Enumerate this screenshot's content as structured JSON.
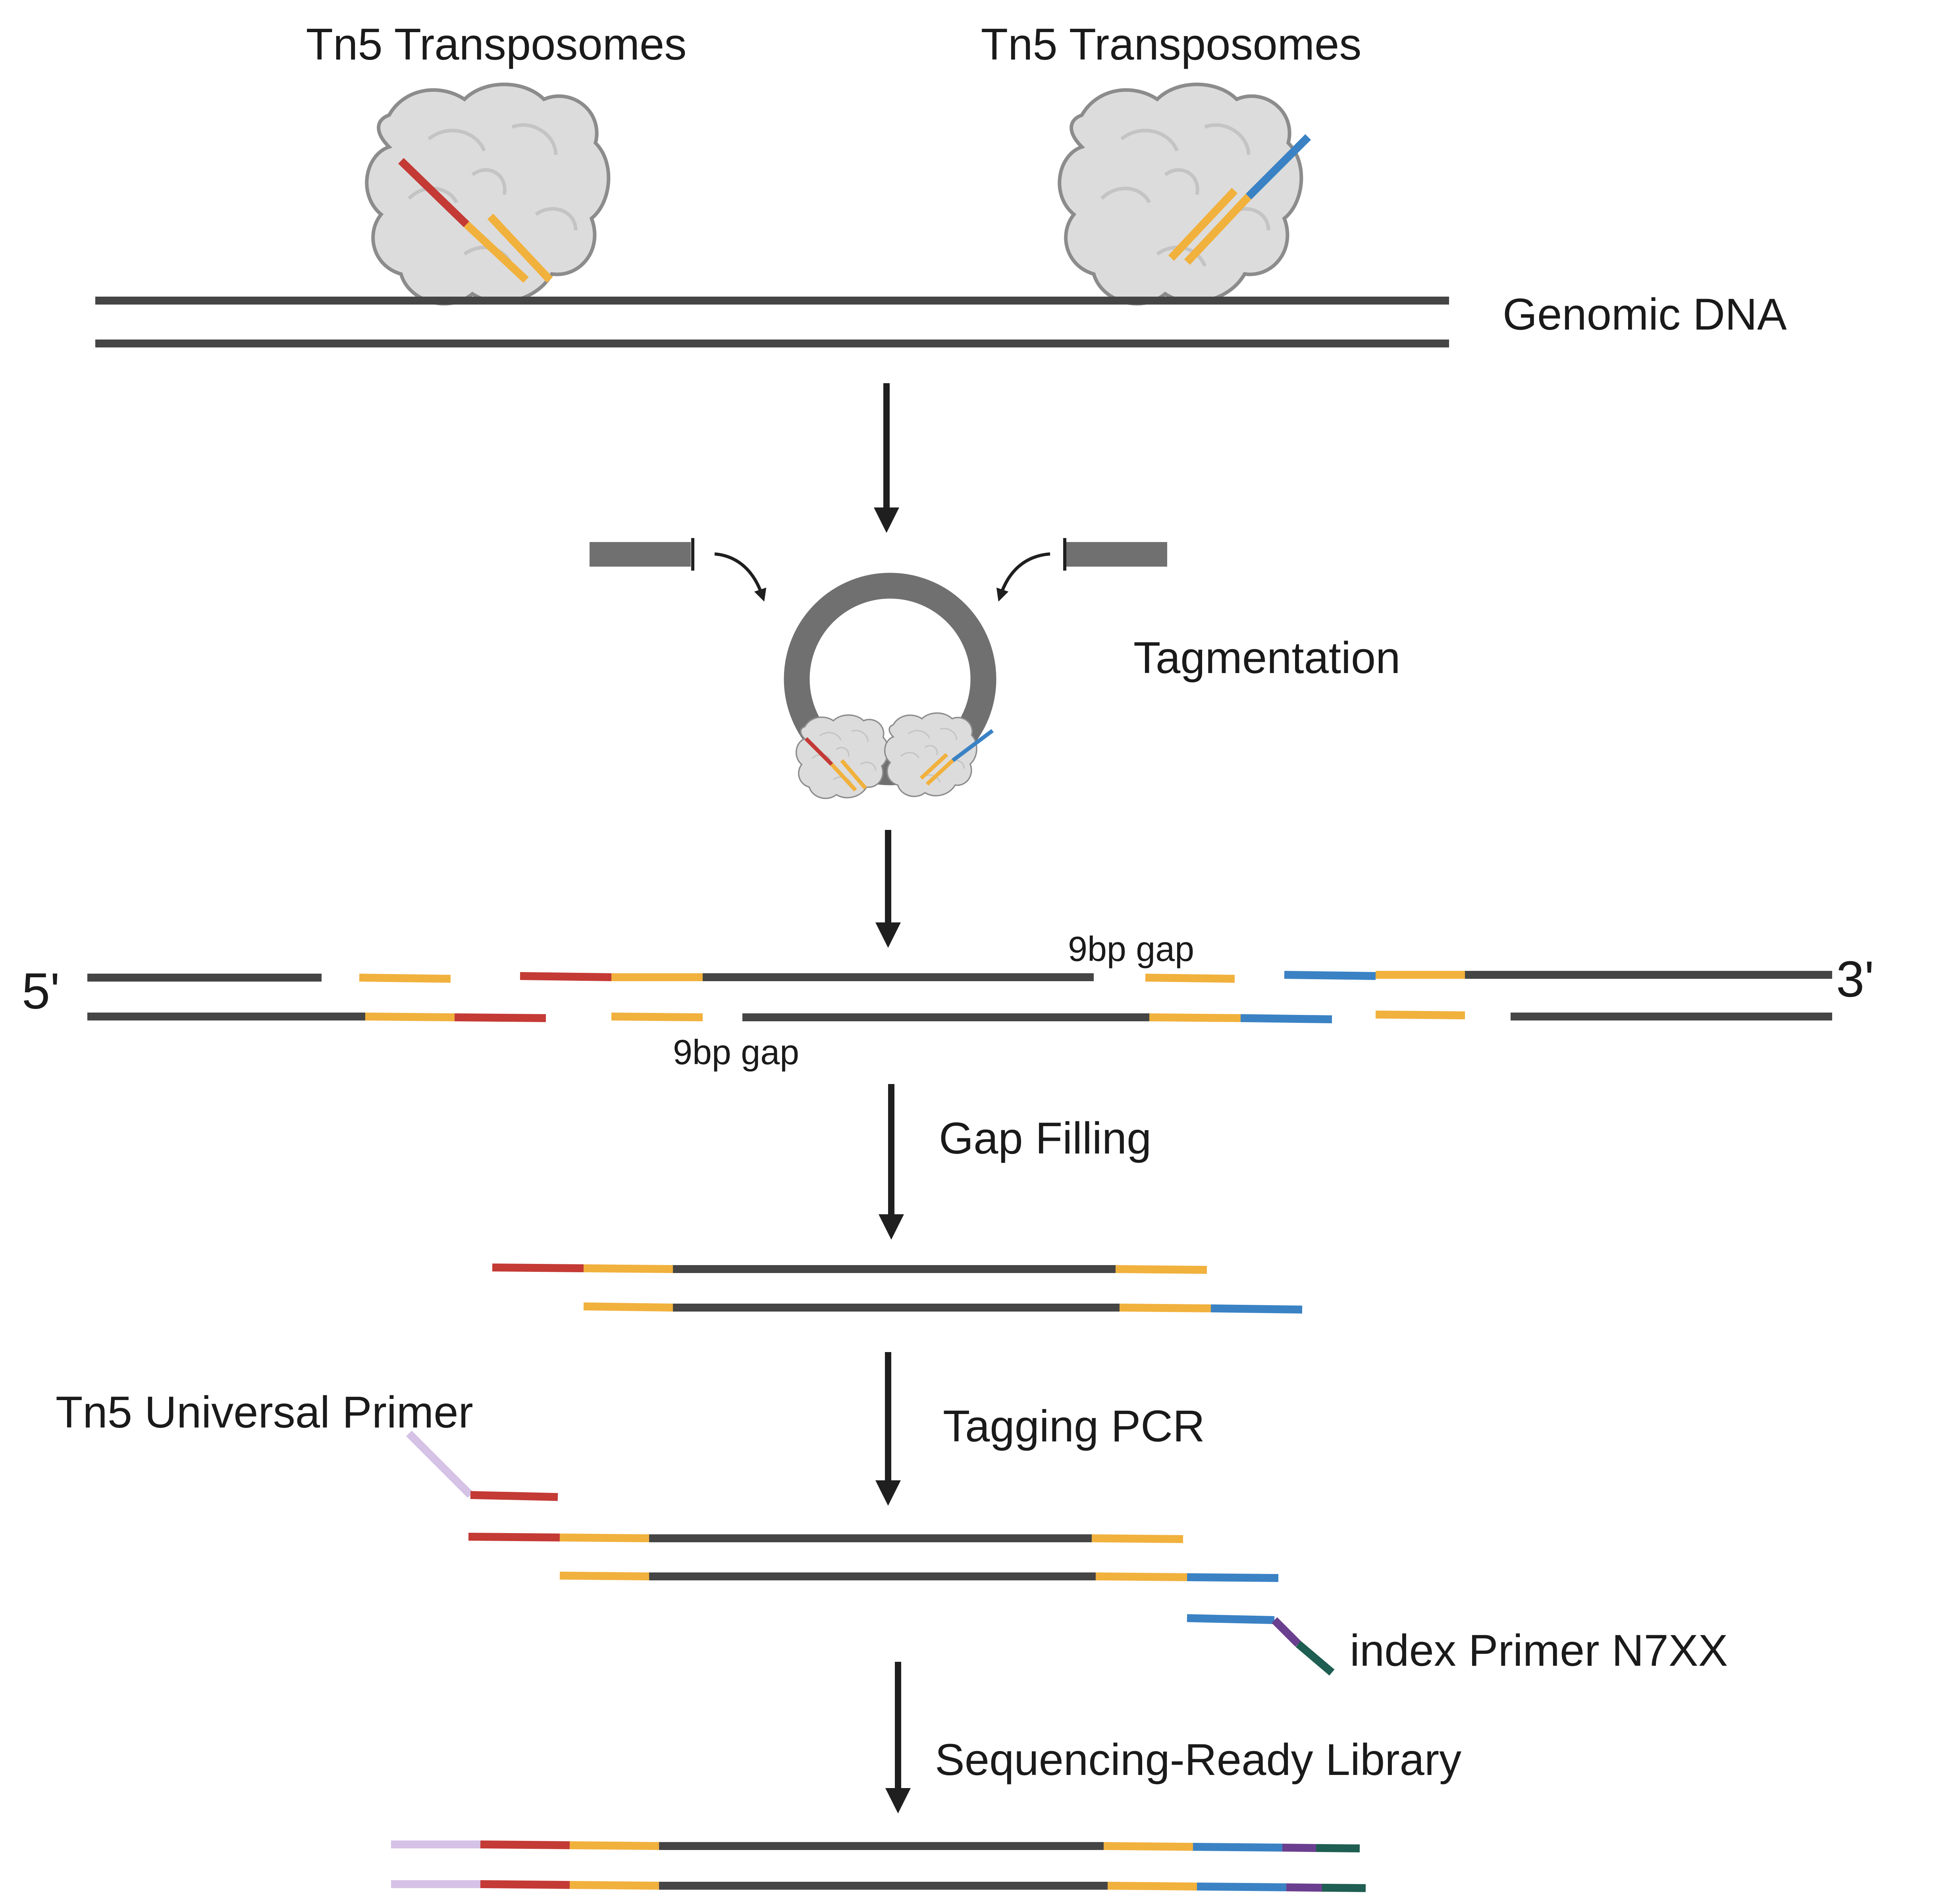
{
  "labels": {
    "tn5_left": "Tn5 Transposomes",
    "tn5_right": "Tn5 Transposomes",
    "genomic_dna": "Genomic DNA",
    "tagmentation": "Tagmentation",
    "five_prime": "5'",
    "three_prime": "3'",
    "gap_top": "9bp gap",
    "gap_bottom": "9bp gap",
    "gap_filling": "Gap Filling",
    "tn5_universal_primer": "Tn5 Universal Primer",
    "tagging_pcr": "Tagging PCR",
    "index_primer": "index Primer N7XX",
    "sequencing_ready_library": "Sequencing-Ready Library"
  },
  "colors": {
    "dna": "#454545",
    "adapter_core": "#f1b13d",
    "adapter_left": "#c43a35",
    "adapter_right": "#3a82c4",
    "universal_primer": "#d6c2e6",
    "index_purple": "#6b3f8f",
    "index_green": "#1f5e52",
    "protein_fill": "#dcdcdc",
    "protein_outline": "#8c8c8c",
    "transposon_gray": "#707070",
    "arrow": "#1f1f1f"
  }
}
